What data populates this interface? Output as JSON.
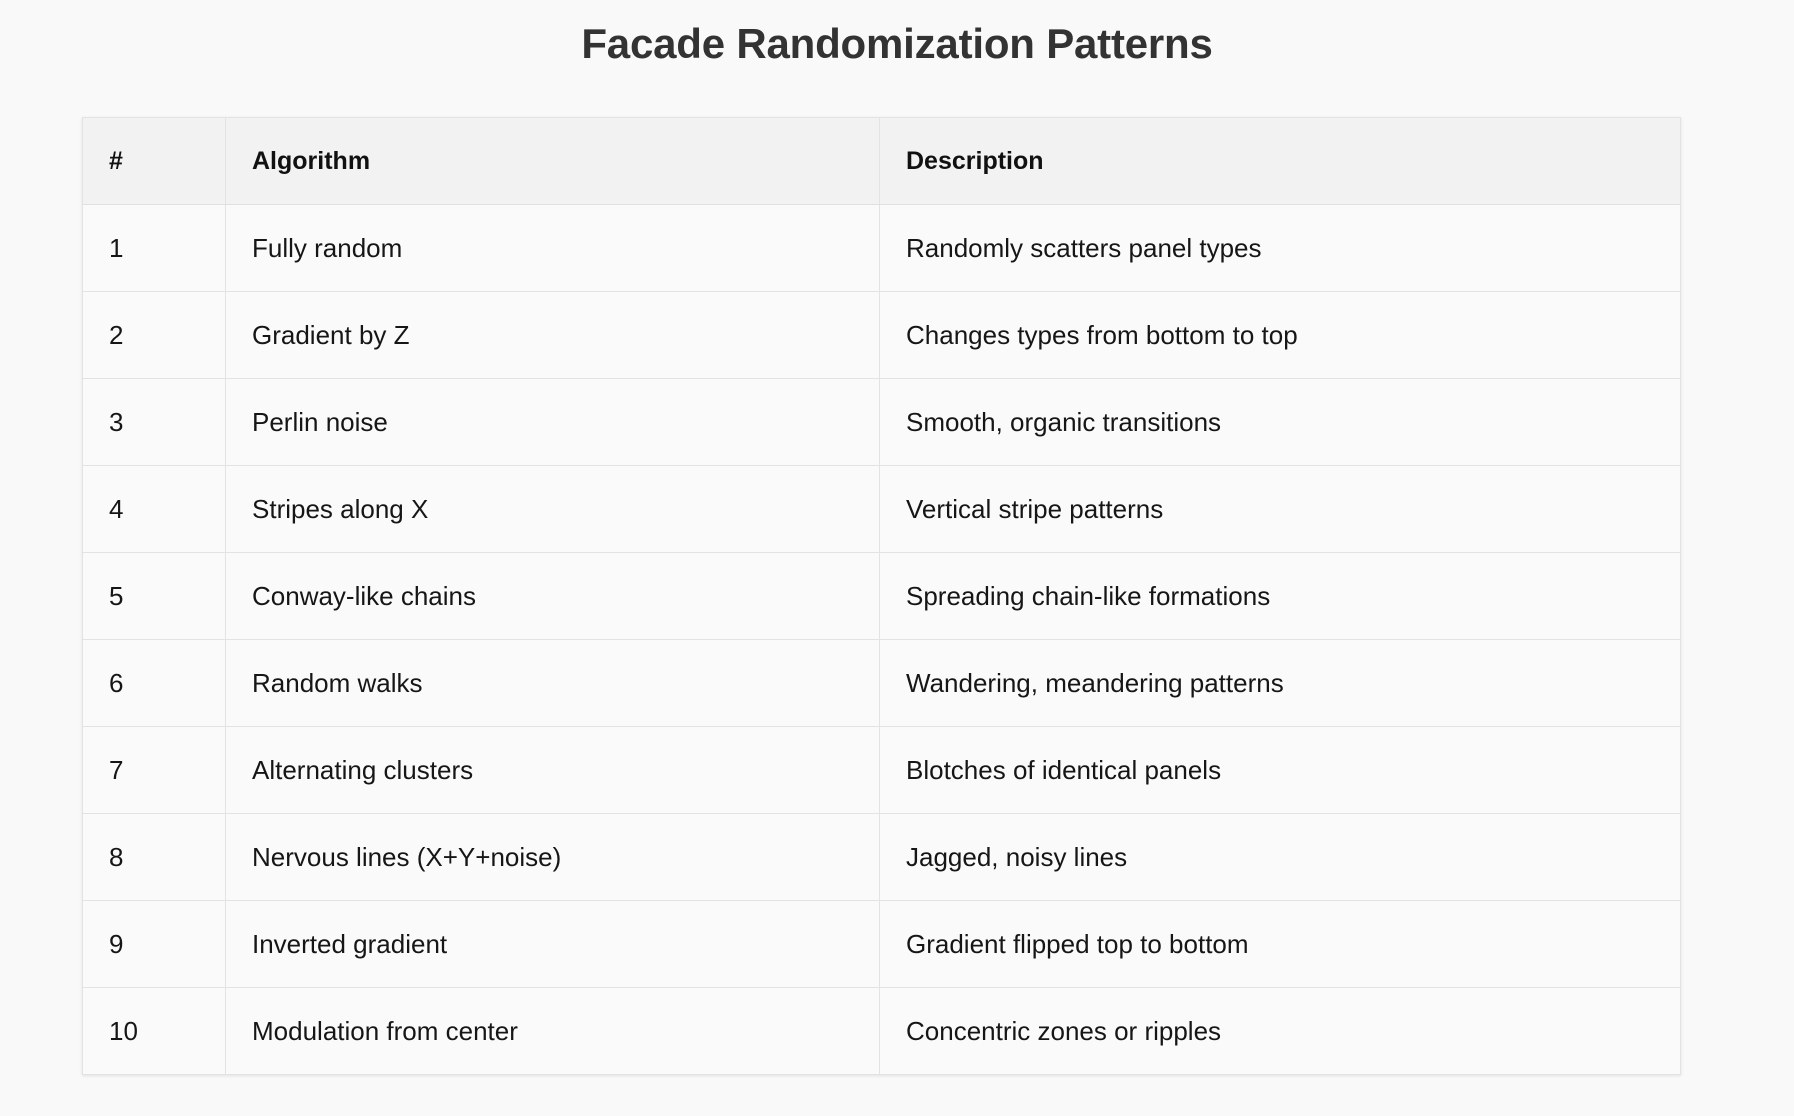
{
  "page": {
    "title": "Facade Randomization Patterns",
    "background_color": "#f9f9f9",
    "title_color": "#333333"
  },
  "table": {
    "header_background": "#f2f2f2",
    "row_background": "#fafafa",
    "border_color": "#e3e3e3",
    "columns": [
      {
        "key": "num",
        "label": "#"
      },
      {
        "key": "algorithm",
        "label": "Algorithm"
      },
      {
        "key": "description",
        "label": "Description"
      }
    ],
    "rows": [
      {
        "num": "1",
        "algorithm": "Fully random",
        "description": "Randomly scatters panel types"
      },
      {
        "num": "2",
        "algorithm": "Gradient by Z",
        "description": "Changes types from bottom to top"
      },
      {
        "num": "3",
        "algorithm": "Perlin noise",
        "description": "Smooth, organic transitions"
      },
      {
        "num": "4",
        "algorithm": "Stripes along X",
        "description": "Vertical stripe patterns"
      },
      {
        "num": "5",
        "algorithm": "Conway-like chains",
        "description": "Spreading chain-like formations"
      },
      {
        "num": "6",
        "algorithm": "Random walks",
        "description": "Wandering, meandering patterns"
      },
      {
        "num": "7",
        "algorithm": "Alternating clusters",
        "description": "Blotches of identical panels"
      },
      {
        "num": "8",
        "algorithm": "Nervous lines (X+Y+noise)",
        "description": "Jagged, noisy lines"
      },
      {
        "num": "9",
        "algorithm": "Inverted gradient",
        "description": "Gradient flipped top to bottom"
      },
      {
        "num": "10",
        "algorithm": "Modulation from center",
        "description": "Concentric zones or ripples"
      }
    ]
  }
}
